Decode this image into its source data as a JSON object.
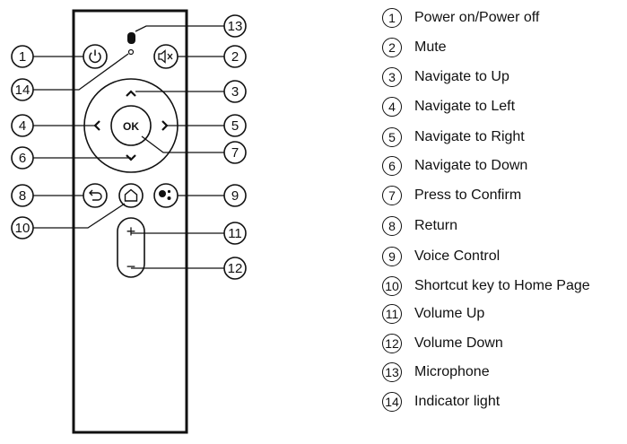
{
  "buttons": {
    "ok_label": "OK",
    "plus_label": "+",
    "minus_label": "−"
  },
  "callouts": [
    "1",
    "2",
    "3",
    "4",
    "5",
    "6",
    "7",
    "8",
    "9",
    "10",
    "11",
    "12",
    "13",
    "14"
  ],
  "legend": [
    {
      "num": "1",
      "text": "Power on/Power off"
    },
    {
      "num": "2",
      "text": "Mute"
    },
    {
      "num": "3",
      "text": "Navigate to Up"
    },
    {
      "num": "4",
      "text": "Navigate to Left"
    },
    {
      "num": "5",
      "text": "Navigate to Right"
    },
    {
      "num": "6",
      "text": "Navigate to Down"
    },
    {
      "num": "7",
      "text": "Press to Confirm"
    },
    {
      "num": "8",
      "text": "Return"
    },
    {
      "num": "9",
      "text": "Voice Control"
    },
    {
      "num": "10",
      "text": "Shortcut key to Home Page"
    },
    {
      "num": "11",
      "text": "Volume Up"
    },
    {
      "num": "12",
      "text": "Volume Down"
    },
    {
      "num": "13",
      "text": "Microphone"
    },
    {
      "num": "14",
      "text": "Indicator light"
    }
  ],
  "colors": {
    "ink": "#111111",
    "background": "#ffffff"
  }
}
